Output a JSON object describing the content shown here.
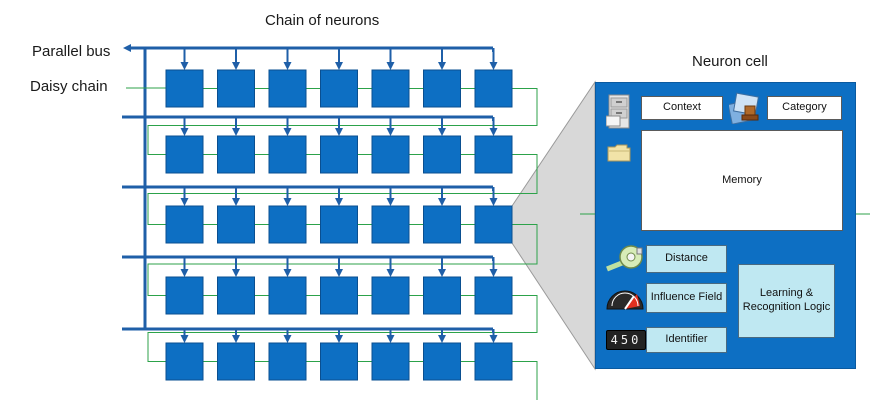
{
  "labels": {
    "chain_of_neurons": "Chain of neurons",
    "parallel_bus": "Parallel bus",
    "daisy_chain": "Daisy chain",
    "neuron_cell": "Neuron cell"
  },
  "neuron_cell": {
    "context": "Context",
    "category": "Category",
    "memory": "Memory",
    "distance": "Distance",
    "influence_field": "Influence Field",
    "identifier": "Identifier",
    "learning_logic": "Learning & Recognition Logic",
    "counter_digits": "450"
  },
  "grid": {
    "rows": 5,
    "columns": 7,
    "zoomed_row": 3,
    "zoomed_column": 7
  },
  "colors": {
    "neuron_fill": "#0d6fc3",
    "bus_line": "#1f5fa8",
    "daisy_line": "#2ca24a",
    "cell_background": "#0d6fc3",
    "logic_box": "#bfe8f2"
  },
  "icons": [
    "file-cabinet-icon",
    "folder-icon",
    "stamp-icon",
    "tape-measure-icon",
    "speedometer-icon",
    "counter-icon"
  ]
}
